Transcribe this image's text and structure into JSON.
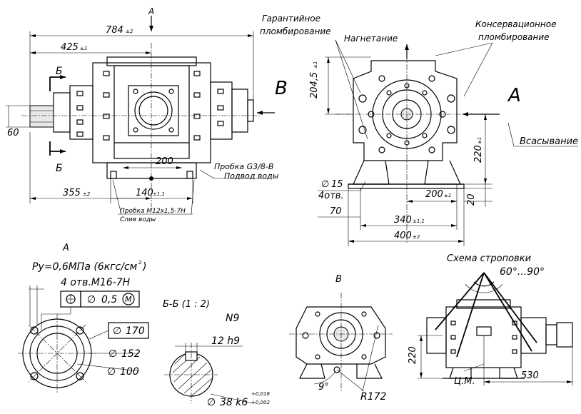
{
  "labels": {
    "view_a_top": "А",
    "view_a_right": "А",
    "view_b_right": "В",
    "view_b_bottom": "В",
    "section_top": "Б",
    "section_bottom": "Б",
    "guarantee_seal_1": "Гарантийное",
    "guarantee_seal_2": "пломбирование",
    "discharge": "Нагнетание",
    "conservation_seal_1": "Консервационное",
    "conservation_seal_2": "пломбирование",
    "suction": "Всасывание",
    "plug_1": "Пробка G3/8-В",
    "plug_2": "Подвод воды",
    "drain_1": "Пробка М12х1,5-7Н",
    "drain_2": "Слив воды",
    "holes_count": "4отв.",
    "view_a_title": "А",
    "pressure": "Ру=0,6МПа (6кгс/см",
    "pressure_sup": "2",
    "pressure_close": ")",
    "holes_spec": "4 отв.М16-7Н",
    "section_title": "Б-Б  (1 : 2)",
    "key_n9": "N9",
    "key_h9": "12 h9",
    "slinging_title": "Схема строповки",
    "angle_range": "60°...90°",
    "cm_label": "Ц.М.",
    "tolerance_m": "М"
  },
  "dims": {
    "overall_length": "784",
    "overall_length_tol": "±2",
    "len_425": "425",
    "len_425_tol": "±1",
    "shaft_60": "60",
    "len_200": "200",
    "len_355": "355",
    "len_355_tol": "±2",
    "len_140": "140",
    "len_140_tol": "±1,1",
    "height_204": "204,5",
    "height_204_tol": "±1",
    "height_220": "220",
    "height_220_tol": "±1",
    "dia_15": "15",
    "len_70": "70",
    "len_200r": "200",
    "len_200r_tol": "±1",
    "len_20": "20",
    "len_340": "340",
    "len_340_tol": "±1,1",
    "len_400": "400",
    "len_400_tol": "±2",
    "tol_05": "0,5",
    "dia_170": "170",
    "dia_152": "152",
    "dia_100": "100",
    "dia_38": "38 k6",
    "tol_plus1": "+0,018",
    "tol_plus2": "+0,002",
    "angle_9": "9°",
    "radius_172": "R172",
    "sling_220": "220",
    "sling_530": "530"
  }
}
